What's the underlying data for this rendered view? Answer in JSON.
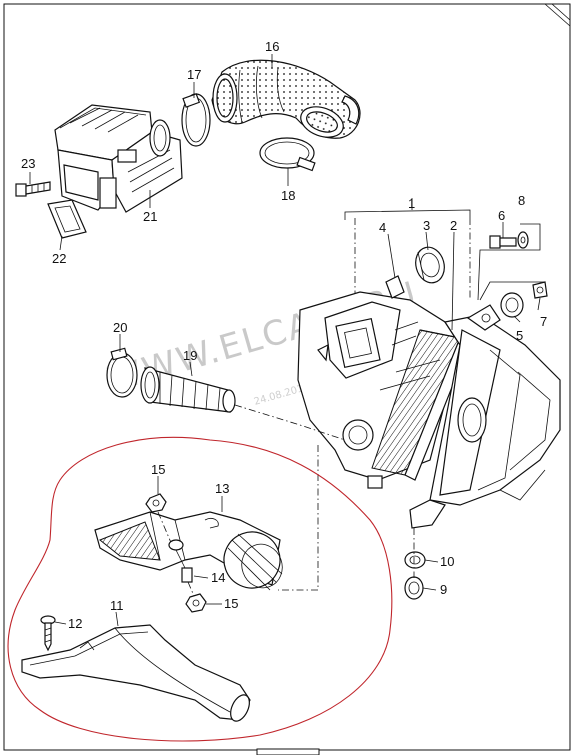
{
  "diagram": {
    "labels": {
      "p1": "1",
      "p2": "2",
      "p3": "3",
      "p4": "4",
      "p5": "5",
      "p6": "6",
      "p7": "7",
      "p8": "8",
      "p9": "9",
      "p10": "10",
      "p11": "11",
      "p12": "12",
      "p13": "13",
      "p14": "14",
      "p15a": "15",
      "p15b": "15",
      "p16": "16",
      "p17": "17",
      "p18": "18",
      "p19": "19",
      "p20": "20",
      "p21": "21",
      "p22": "22",
      "p23": "23"
    },
    "watermark": {
      "text": "WWW.ELCATS.RU",
      "date": "24.08.2018"
    },
    "colors": {
      "ink": "#111111",
      "highlight": "#c0262c",
      "watermark": "#c9c9c9"
    }
  }
}
